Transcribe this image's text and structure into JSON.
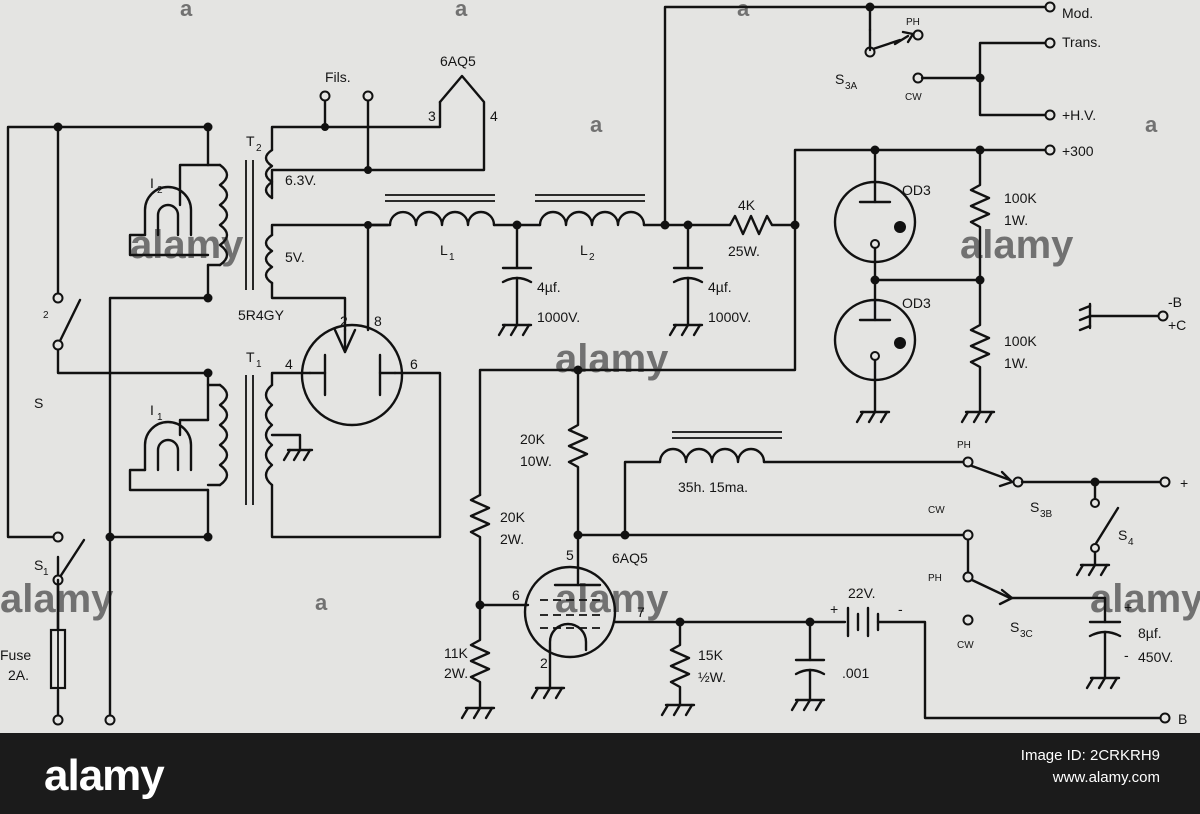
{
  "circuit": {
    "tube_6aq5_top": "6AQ5",
    "tube_6aq5_bottom": "6AQ5",
    "fils": "Fils.",
    "pin3": "3",
    "pin4": "4",
    "t2": "T",
    "t2_sub": "2",
    "t1": "T",
    "t1_sub": "1",
    "i2": "I",
    "i2_sub": "2",
    "i1": "I",
    "i1_sub": "1",
    "v63": "6.3V.",
    "v5": "5V.",
    "rect": "5R4GY",
    "rect_pin2": "2",
    "rect_pin8": "8",
    "rect_pin4": "4",
    "rect_pin6": "6",
    "l1": "L",
    "l1_sub": "1",
    "l2": "L",
    "l2_sub": "2",
    "cap1": "4µf.",
    "cap1_v": "1000V.",
    "cap2": "4µf.",
    "cap2_v": "1000V.",
    "res4k": "4K",
    "res4k_w": "25W.",
    "od3_top": "OD3",
    "od3_bottom": "OD3",
    "res100k_a": "100K",
    "res100k_a_w": "1W.",
    "res100k_b": "100K",
    "res100k_b_w": "1W.",
    "s3a": "S",
    "s3a_sub": "3A",
    "ph_a": "PH",
    "cw_a": "CW",
    "mod": "Mod.",
    "trans": "Trans.",
    "hv": "+H.V.",
    "p300": "+300",
    "minus_b": "-B",
    "plus_c": "+C",
    "s1": "S",
    "s1_sub": "1",
    "s2": "S",
    "s2_sub": "2",
    "fuse": "Fuse",
    "fuse_v": "2A.",
    "res20k_a": "20K",
    "res20k_a_w": "10W.",
    "res20k_b": "20K",
    "res20k_b_w": "2W.",
    "res11k": "11K",
    "res11k_w": "2W.",
    "pin5": "5",
    "pin6": "6",
    "pin7": "7",
    "pin2b": "2",
    "choke": "35h. 15ma.",
    "ph_b": "PH",
    "s3b": "S",
    "s3b_sub": "3B",
    "plus_right": "+",
    "s4": "S",
    "s4_sub": "4",
    "cw_b": "CW",
    "ph_c": "PH",
    "s3c": "S",
    "s3c_sub": "3C",
    "cw_c": "CW",
    "res15k": "15K",
    "res15k_w": "½W.",
    "cap001": ".001",
    "bat22": "22V.",
    "bat_plus": "+",
    "bat_minus": "-",
    "cap8_plus": "+",
    "cap8": "8µf.",
    "cap8_v": "450V.",
    "cap8_minus": "-",
    "b_out": "B"
  },
  "watermarks": [
    "alamy",
    "alamy",
    "alamy",
    "alamy",
    "alamy",
    "alamy"
  ],
  "watermark_letter": "a",
  "footer": {
    "logo": "alamy",
    "image_id": "Image ID: 2CRKRH9",
    "url": "www.alamy.com"
  }
}
